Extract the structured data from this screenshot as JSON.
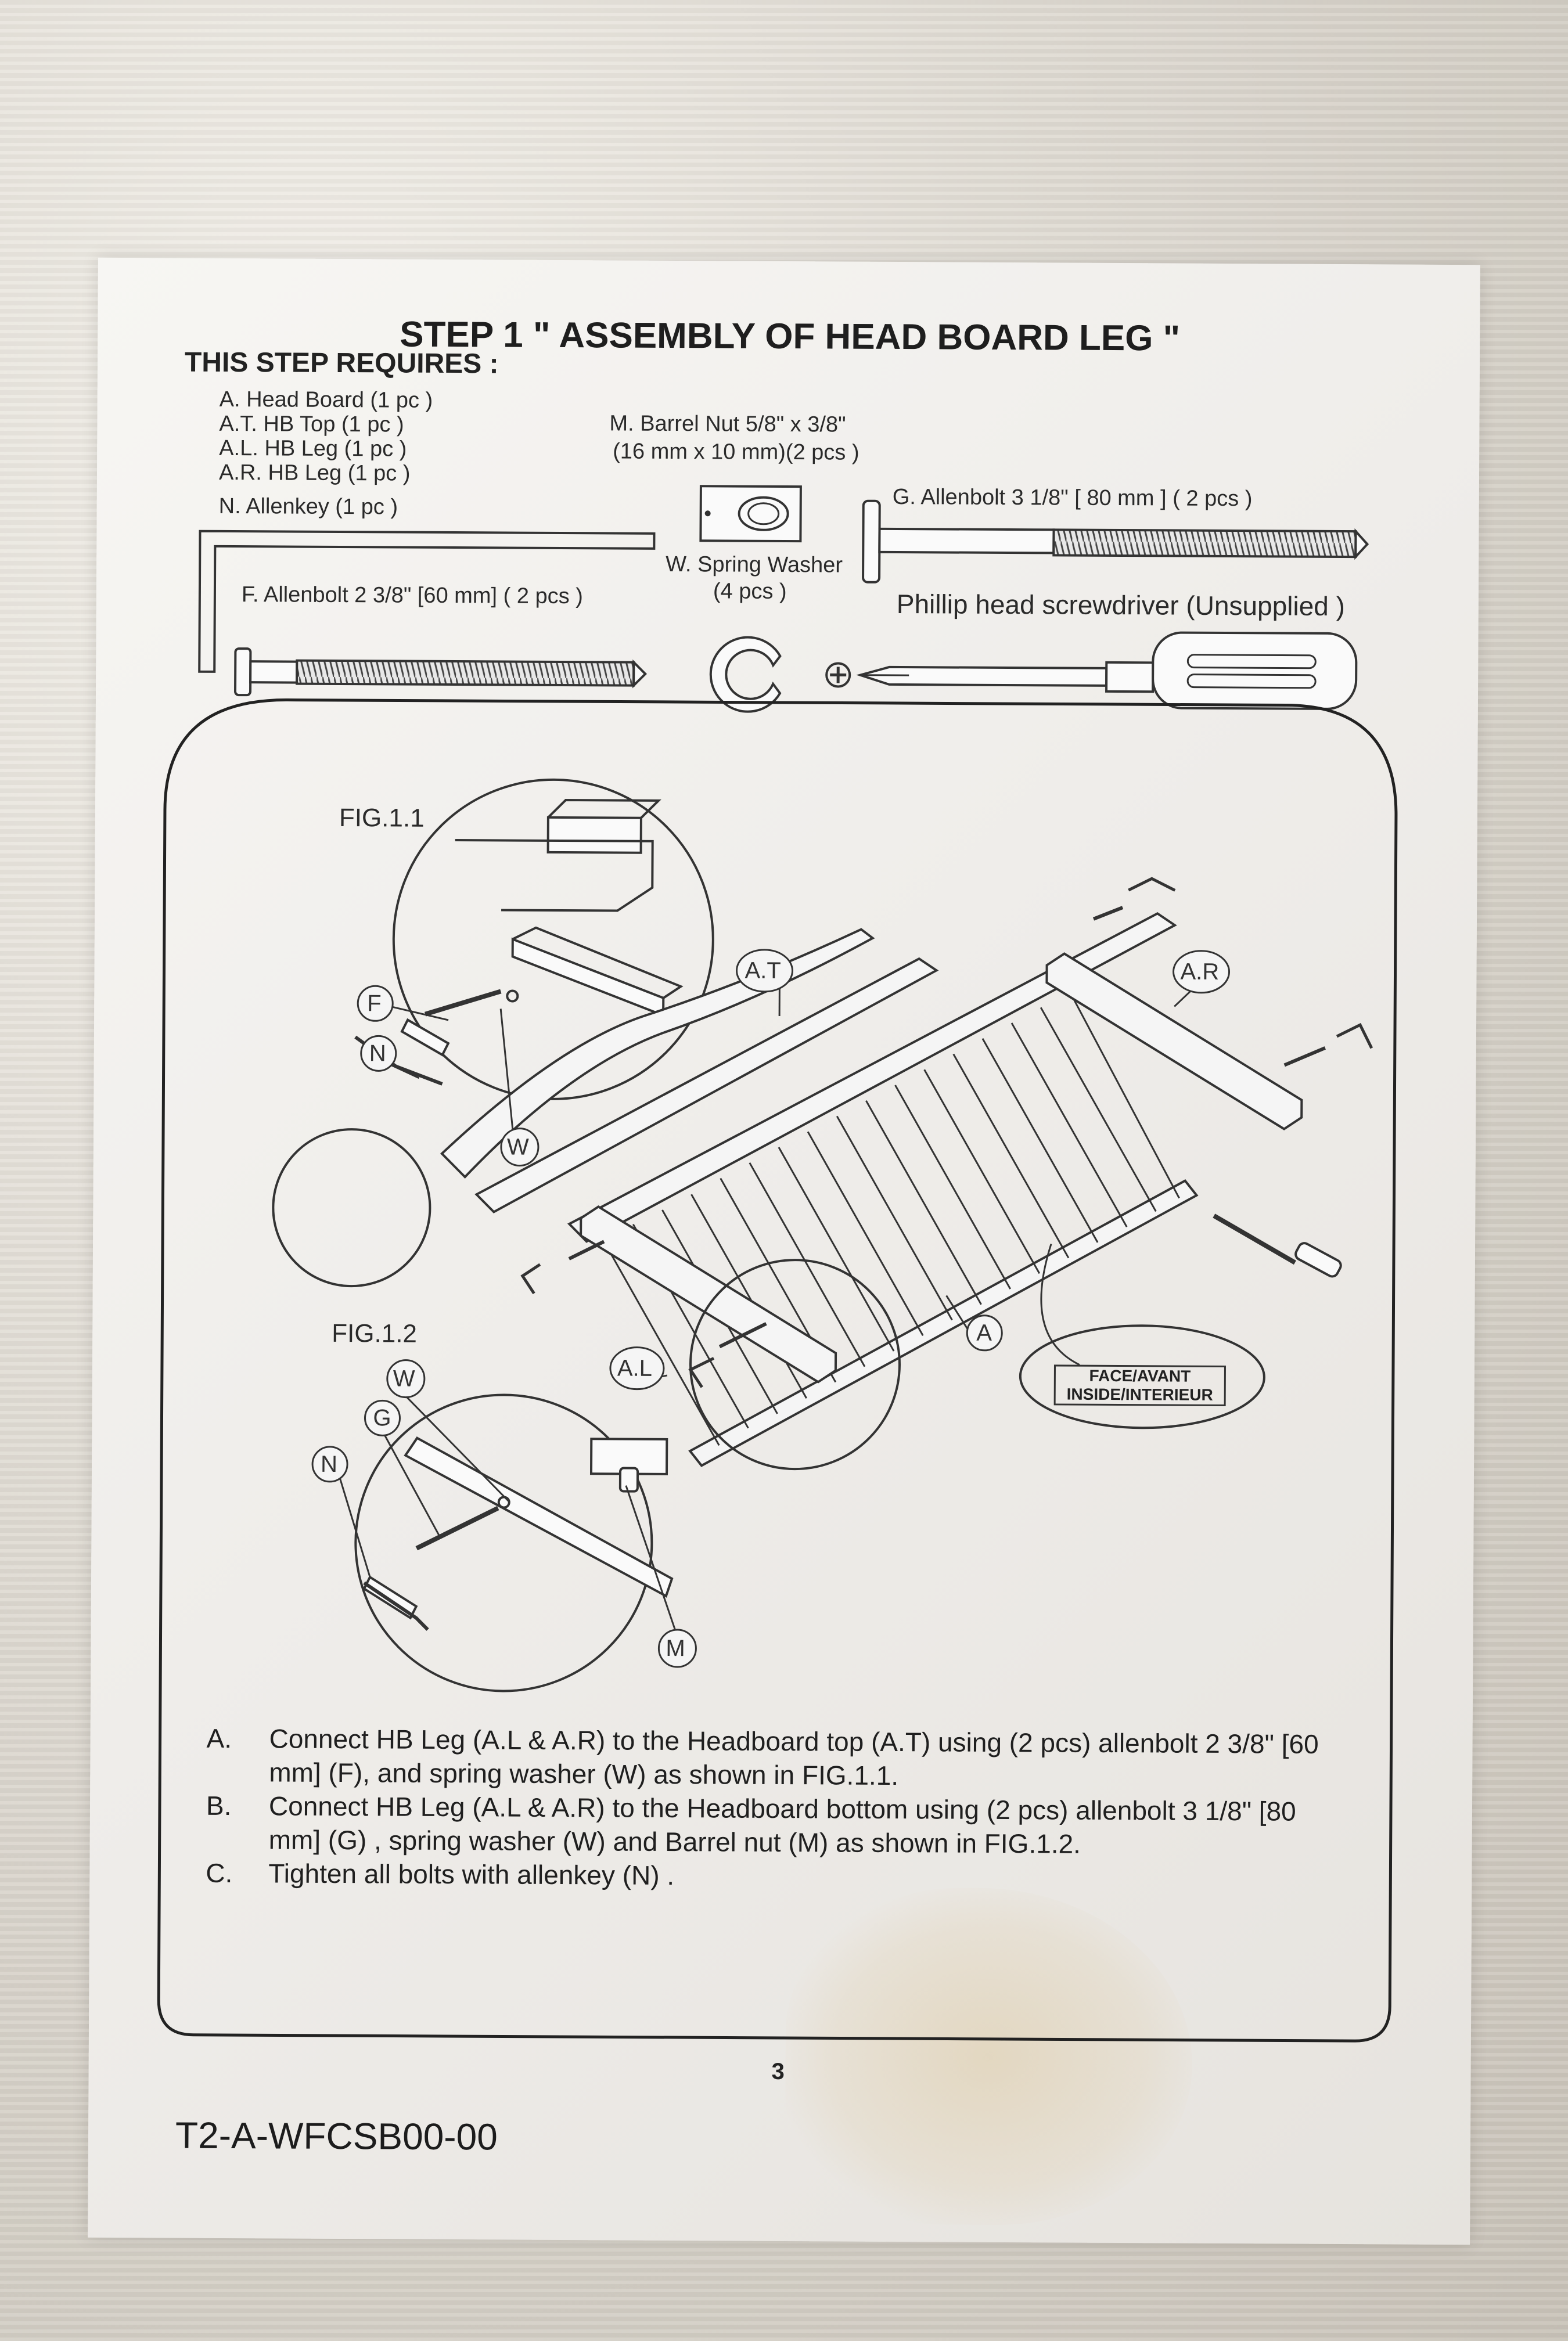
{
  "step_title": "STEP 1 \" ASSEMBLY OF HEAD BOARD LEG \"",
  "requires_title": "THIS STEP REQUIRES :",
  "parts": {
    "a": "A. Head Board   (1 pc )",
    "at": "A.T. HB Top   (1 pc )",
    "al": "A.L. HB Leg   (1 pc )",
    "ar": "A.R. HB Leg   (1 pc )",
    "n": "N. Allenkey        (1 pc )",
    "m_line1": "M. Barrel Nut  5/8\" x 3/8\"",
    "m_line2": "(16 mm x 10 mm)(2 pcs )",
    "w_line1": "W. Spring Washer",
    "w_line2": "(4 pcs )",
    "g": "G. Allenbolt  3 1/8\" [ 80 mm ]   ( 2 pcs )",
    "f": "F. Allenbolt    2 3/8\" [60 mm]  ( 2 pcs )",
    "screwdriver": "Phillip head  screwdriver (Unsupplied )"
  },
  "figures": {
    "fig1": "FIG.1.1",
    "fig2": "FIG.1.2"
  },
  "callouts": {
    "at": "A.T",
    "ar": "A.R",
    "al": "A.L",
    "a": "A",
    "f": "F",
    "n": "N",
    "w": "W",
    "g": "G",
    "m": "M"
  },
  "face_label": {
    "line1": "FACE/AVANT",
    "line2": "INSIDE/INTERIEUR"
  },
  "instructions": [
    {
      "letter": "A.",
      "text": "Connect HB Leg (A.L  & A.R) to the Headboard top (A.T) using (2 pcs) allenbolt  2 3/8\" [60 mm] (F), and spring washer (W) as shown in FIG.1.1."
    },
    {
      "letter": "B.",
      "text": "Connect HB Leg (A.L  & A.R) to the Headboard  bottom using (2 pcs) allenbolt  3 1/8\" [80 mm] (G) ,  spring washer (W) and Barrel nut (M) as shown in FIG.1.2."
    },
    {
      "letter": "C.",
      "text": "Tighten all bolts with allenkey (N) ."
    }
  ],
  "page_number": "3",
  "doc_code": "T2-A-WFCSB00-00"
}
